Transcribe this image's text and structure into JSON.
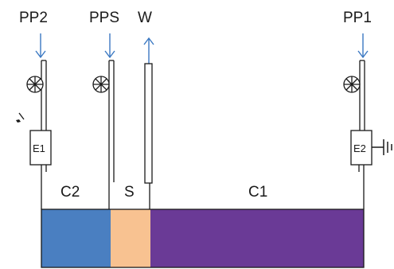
{
  "labels": {
    "pp2": "PP2",
    "pps": "PPS",
    "w": "W",
    "pp1": "PP1",
    "e1": "E1",
    "e2": "E2",
    "c2": "C2",
    "s": "S",
    "c1": "C1"
  },
  "colors": {
    "compartment_c2": "#4a7fc1",
    "compartment_s": "#f8c291",
    "compartment_c1": "#6a3a96",
    "arrow": "#3a78c2",
    "line": "#1a1a1a"
  },
  "icons": {
    "flow_valve": "circle-with-cross (valve)",
    "lightning": "lightning-bolt",
    "ground": "ground-symbol"
  }
}
